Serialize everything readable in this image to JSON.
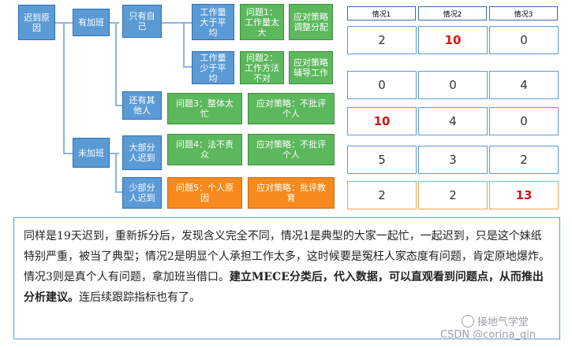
{
  "tree": {
    "root": "迟到原\n因",
    "overtime": "有加班",
    "no_overtime": "未加班",
    "only_self": "只有自\n己",
    "others_too": "还有其\n他人",
    "most_late": "大部分\n人迟到",
    "few_late": "少部分\n人迟到",
    "above_avg": "工作量\n大于平\n均",
    "below_avg": "工作量\n少于平\n均",
    "problem1": "问题1：\n工作量太\n大",
    "strategy1": "应对策略\n调整分配",
    "problem2": "问题2：\n工作方法\n不对",
    "strategy2": "应对策略\n辅导工作",
    "problem3": "问题3：整体太\n忙",
    "strategy3": "应对策略：不批评\n个人",
    "problem4": "问题4：法不责\n众",
    "strategy4": "应对策略：不批评\n个人",
    "problem5": "问题5：个人原\n因",
    "strategy5": "应对策略：批评教\n育"
  },
  "table": {
    "headers": [
      "情况1",
      "情况2",
      "情况3"
    ],
    "rows": [
      [
        "2",
        "10",
        "0"
      ],
      [
        "0",
        "0",
        "4"
      ],
      [
        "10",
        "4",
        "0"
      ],
      [
        "5",
        "3",
        "2"
      ],
      [
        "2",
        "2",
        "13"
      ]
    ]
  },
  "note": {
    "p1": "同样是19天迟到，重新拆分后，发现含义完全不同，情况1是典型的大家一起忙，一起迟到，只是这个妹纸特别严重，被当了典型；情况2是明显个人承担工作太多，这时候要是冤枉人家态度有问题，肯定原地爆炸。情况3则是真个人有问题，拿加班当借口。",
    "bold": "建立MECE分类后，代入数据，可以直观看到问题点，从而推出分析建议。",
    "p2": "连后续跟踪指标也有了。"
  },
  "watermark": {
    "brand": "接地气学堂",
    "credit": "CSDN @corina_qin"
  }
}
